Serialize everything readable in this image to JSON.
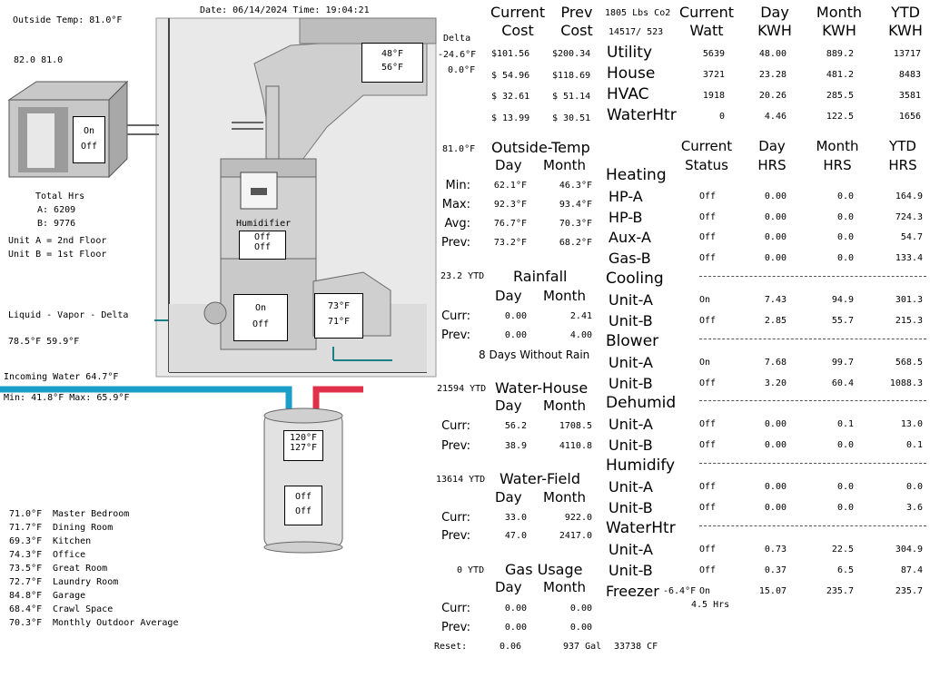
{
  "header": {
    "outside_temp": "Outside Temp:  81.0°F",
    "date_time": "Date: 06/14/2024   Time: 19:04:21"
  },
  "outdoor_unit": {
    "temps": "82.0  81.0",
    "status_on": "On",
    "status_off": "Off"
  },
  "total_hrs": {
    "title": "Total Hrs",
    "a": "A:  6209",
    "b": "B:  9776",
    "unit_a": "Unit A = 2nd Floor",
    "unit_b": "Unit B = 1st Floor"
  },
  "refrigerant": {
    "label": "Liquid - Vapor  - Delta",
    "values": "78.5°F   59.9°F"
  },
  "water_in": {
    "label": "Incoming Water 64.7°F",
    "minmax": "Min: 41.8°F  Max: 65.9°F"
  },
  "duct": {
    "delta_label": "Delta",
    "delta1": "-24.6°F",
    "delta2": "0.0°F",
    "t1": "48°F",
    "t2": "56°F"
  },
  "furnace": {
    "humidifier_label": "Humidifier",
    "hum1": "Off",
    "hum2": "Off",
    "blower1": "On",
    "blower2": "Off",
    "return1": "73°F",
    "return2": "71°F"
  },
  "water_heater": {
    "t1": "120°F",
    "t2": "127°F",
    "s1": "Off",
    "s2": "Off"
  },
  "rooms": [
    {
      "temp": "71.0°F",
      "name": "Master Bedroom"
    },
    {
      "temp": "71.7°F",
      "name": "Dining Room"
    },
    {
      "temp": "69.3°F",
      "name": "Kitchen"
    },
    {
      "temp": "74.3°F",
      "name": "Office"
    },
    {
      "temp": "73.5°F",
      "name": "Great Room"
    },
    {
      "temp": "72.7°F",
      "name": "Laundry Room"
    },
    {
      "temp": "84.8°F",
      "name": "Garage"
    },
    {
      "temp": "68.4°F",
      "name": "Crawl Space"
    },
    {
      "temp": "70.3°F",
      "name": "Monthly Outdoor Average"
    }
  ],
  "cost": {
    "h_current_1": "Current",
    "h_current_2": "Cost",
    "h_prev_1": "Prev",
    "h_prev_2": "Cost",
    "rows": [
      {
        "current": "$101.56",
        "prev": "$200.34"
      },
      {
        "current": "$ 54.96",
        "prev": "$118.69"
      },
      {
        "current": "$ 32.61",
        "prev": "$ 51.14"
      },
      {
        "current": "$ 13.99",
        "prev": "$ 30.51"
      }
    ]
  },
  "energy": {
    "co2": "1805 Lbs Co2",
    "ratio": "14517/ 523",
    "h_current": [
      "Current",
      "Watt"
    ],
    "h_day": [
      "Day",
      "KWH"
    ],
    "h_month": [
      "Month",
      "KWH"
    ],
    "h_ytd": [
      "YTD",
      "KWH"
    ],
    "rows": [
      {
        "label": "Utility",
        "watt": "5639",
        "day": "48.00",
        "month": "889.2",
        "ytd": "13717"
      },
      {
        "label": "House",
        "watt": "3721",
        "day": "23.28",
        "month": "481.2",
        "ytd": "8483"
      },
      {
        "label": "HVAC",
        "watt": "1918",
        "day": "20.26",
        "month": "285.5",
        "ytd": "3581"
      },
      {
        "label": "WaterHtr",
        "watt": "0",
        "day": "4.46",
        "month": "122.5",
        "ytd": "1656"
      }
    ]
  },
  "outside_temp": {
    "current": "81.0°F",
    "title": "Outside-Temp",
    "h_day": "Day",
    "h_month": "Month",
    "rows": [
      {
        "label": "Min:",
        "day": "62.1°F",
        "month": "46.3°F"
      },
      {
        "label": "Max:",
        "day": "92.3°F",
        "month": "93.4°F"
      },
      {
        "label": "Avg:",
        "day": "76.7°F",
        "month": "70.3°F"
      },
      {
        "label": "Prev:",
        "day": "73.2°F",
        "month": "68.2°F"
      }
    ]
  },
  "rainfall": {
    "ytd": "23.2 YTD",
    "title": "Rainfall",
    "h_day": "Day",
    "h_month": "Month",
    "rows": [
      {
        "label": "Curr:",
        "day": "0.00",
        "month": "2.41"
      },
      {
        "label": "Prev:",
        "day": "0.00",
        "month": "4.00"
      }
    ],
    "note": "8 Days Without Rain"
  },
  "water_house": {
    "ytd": "21594 YTD",
    "title": "Water-House",
    "h_day": "Day",
    "h_month": "Month",
    "rows": [
      {
        "label": "Curr:",
        "day": "56.2",
        "month": "1708.5"
      },
      {
        "label": "Prev:",
        "day": "38.9",
        "month": "4110.8"
      }
    ]
  },
  "water_field": {
    "ytd": "13614 YTD",
    "title": "Water-Field",
    "h_day": "Day",
    "h_month": "Month",
    "rows": [
      {
        "label": "Curr:",
        "day": "33.0",
        "month": "922.0"
      },
      {
        "label": "Prev:",
        "day": "47.0",
        "month": "2417.0"
      }
    ]
  },
  "gas": {
    "ytd": "0 YTD",
    "title": "Gas Usage",
    "h_day": "Day",
    "h_month": "Month",
    "rows": [
      {
        "label": "Curr:",
        "day": "0.00",
        "month": "0.00"
      },
      {
        "label": "Prev:",
        "day": "0.00",
        "month": "0.00"
      }
    ],
    "reset_label": "Reset:",
    "reset_val": "0.06",
    "gal": "937 Gal",
    "cf": "33738 CF"
  },
  "status": {
    "h_current": [
      "Current",
      "Status"
    ],
    "h_day": [
      "Day",
      "HRS"
    ],
    "h_month": [
      "Month",
      "HRS"
    ],
    "h_ytd": [
      "YTD",
      "HRS"
    ],
    "groups": [
      {
        "name": "Heating",
        "rows": [
          {
            "label": "HP-A",
            "status": "Off",
            "day": "0.00",
            "month": "0.0",
            "ytd": "164.9"
          },
          {
            "label": "HP-B",
            "status": "Off",
            "day": "0.00",
            "month": "0.0",
            "ytd": "724.3"
          },
          {
            "label": "Aux-A",
            "status": "Off",
            "day": "0.00",
            "month": "0.0",
            "ytd": "54.7"
          },
          {
            "label": "Gas-B",
            "status": "Off",
            "day": "0.00",
            "month": "0.0",
            "ytd": "133.4"
          }
        ]
      },
      {
        "name": "Cooling",
        "rows": [
          {
            "label": "Unit-A",
            "status": "On",
            "day": "7.43",
            "month": "94.9",
            "ytd": "301.3"
          },
          {
            "label": "Unit-B",
            "status": "Off",
            "day": "2.85",
            "month": "55.7",
            "ytd": "215.3"
          }
        ]
      },
      {
        "name": "Blower",
        "rows": [
          {
            "label": "Unit-A",
            "status": "On",
            "day": "7.68",
            "month": "99.7",
            "ytd": "568.5"
          },
          {
            "label": "Unit-B",
            "status": "Off",
            "day": "3.20",
            "month": "60.4",
            "ytd": "1088.3"
          }
        ]
      },
      {
        "name": "Dehumid",
        "rows": [
          {
            "label": "Unit-A",
            "status": "Off",
            "day": "0.00",
            "month": "0.1",
            "ytd": "13.0"
          },
          {
            "label": "Unit-B",
            "status": "Off",
            "day": "0.00",
            "month": "0.0",
            "ytd": "0.1"
          }
        ]
      },
      {
        "name": "Humidify",
        "rows": [
          {
            "label": "Unit-A",
            "status": "Off",
            "day": "0.00",
            "month": "0.0",
            "ytd": "0.0"
          },
          {
            "label": "Unit-B",
            "status": "Off",
            "day": "0.00",
            "month": "0.0",
            "ytd": "3.6"
          }
        ]
      },
      {
        "name": "WaterHtr",
        "rows": [
          {
            "label": "Unit-A",
            "status": "Off",
            "day": "0.73",
            "month": "22.5",
            "ytd": "304.9"
          },
          {
            "label": "Unit-B",
            "status": "Off",
            "day": "0.37",
            "month": "6.5",
            "ytd": "87.4"
          }
        ]
      }
    ],
    "freezer": {
      "label": "Freezer",
      "temp": "-6.4°F",
      "status": "On",
      "day": "15.07",
      "month": "235.7",
      "ytd": "235.7",
      "note": "4.5 Hrs"
    }
  },
  "colors": {
    "pipe_blue": "#1a9fc9",
    "pipe_red": "#e0304a",
    "line_teal": "#1b7f86"
  }
}
